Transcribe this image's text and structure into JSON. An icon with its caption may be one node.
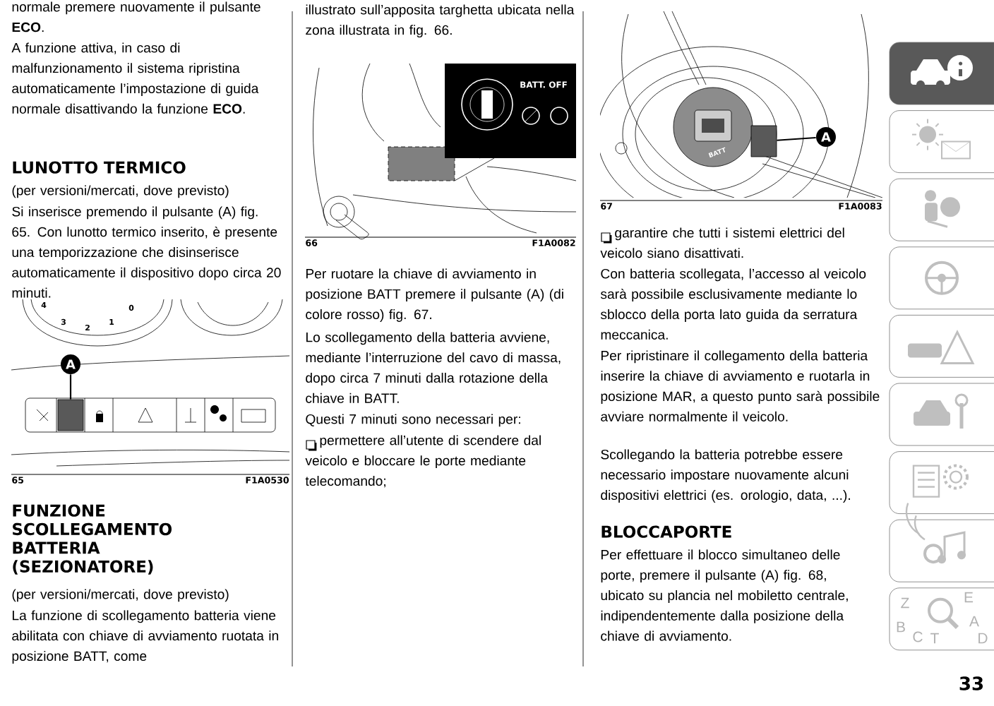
{
  "diagram": {
    "nodes": [
      {
        "text": [
          "A"
        ]
      },
      {
        "text": [],
        "shape": "box"
      },
      {
        "text": [
          "A"
        ]
      },
      {
        "text": [],
        "shape": "box"
      }
    ],
    "edges": [
      {
        "from": 0,
        "to": 1,
        "arrow": "none"
      },
      {
        "from": 2,
        "to": 3,
        "arrow": "none"
      }
    ],
    "labels": [
      "normale premere nuovamente il pulsante **ECO**.",
      "A funzione attiva, in caso di malfunzionamento il sistema ripristina automaticamente l’impostazione di guida normale disattivando la funzione **ECO**.",
      "LUNOTTO TERMICO",
      "(per versioni/mercati, dove previsto)",
      "Si inserisce premendo il pulsante (A) fig. 65. Con lunotto termico inserito, è presente una temporizzazione che disinserisce automaticamente il dispositivo dopo circa 20 minuti.",
      "4",
      "3",
      "2",
      "1",
      "0",
      "65",
      "F1A0530",
      "FUNZIONE SCOLLEGAMENTO BATTERIA (SEZIONATORE)",
      "(per versioni/mercati, dove previsto)",
      "La funzione di scollegamento batteria viene abilitata con chiave di avviamento ruotata in posizione BATT, come",
      "illustrato sull’apposita targhetta ubicata nella zona illustrata in fig. 66.",
      "BATT. OFF",
      "66",
      "F1A0082",
      "Per ruotare la chiave di avviamento in posizione BATT premere il pulsante (A) (di colore rosso) fig. 67.",
      "Lo scollegamento della batteria avviene, mediante l’interruzione del cavo di massa, dopo circa 7 minuti dalla rotazione della chiave in BATT.",
      "Questi 7 minuti sono necessari per:",
      "permettere all’utente di scendere dal veicolo e bloccare le porte mediante telecomando;",
      "BATT",
      "67",
      "F1A0083",
      "garantire che tutti i sistemi elettrici del veicolo siano disattivati.",
      "Con batteria scollegata, l’accesso al veicolo sarà possibile esclusivamente mediante lo sblocco della porta lato guida da serratura meccanica.",
      "Per ripristinare il collegamento della batteria inserire la chiave di avviamento e ruotarla in posizione MAR, a questo punto sarà possibile avviare normalmente il veicolo.",
      "Scollegando la batteria potrebbe essere necessario impostare nuovamente alcuni dispositivi elettrici (es. orologio, data, ...).",
      "BLOCCAPORTE",
      "Per effettuare il blocco simultaneo delle porte, premere il pulsante (A) fig. 68, ubicato su plancia nel mobiletto centrale, indipendentemente dalla posizione della chiave di avviamento.",
      "Z",
      "E",
      "B",
      "A",
      "C",
      "T",
      "D",
      "33"
    ]
  }
}
